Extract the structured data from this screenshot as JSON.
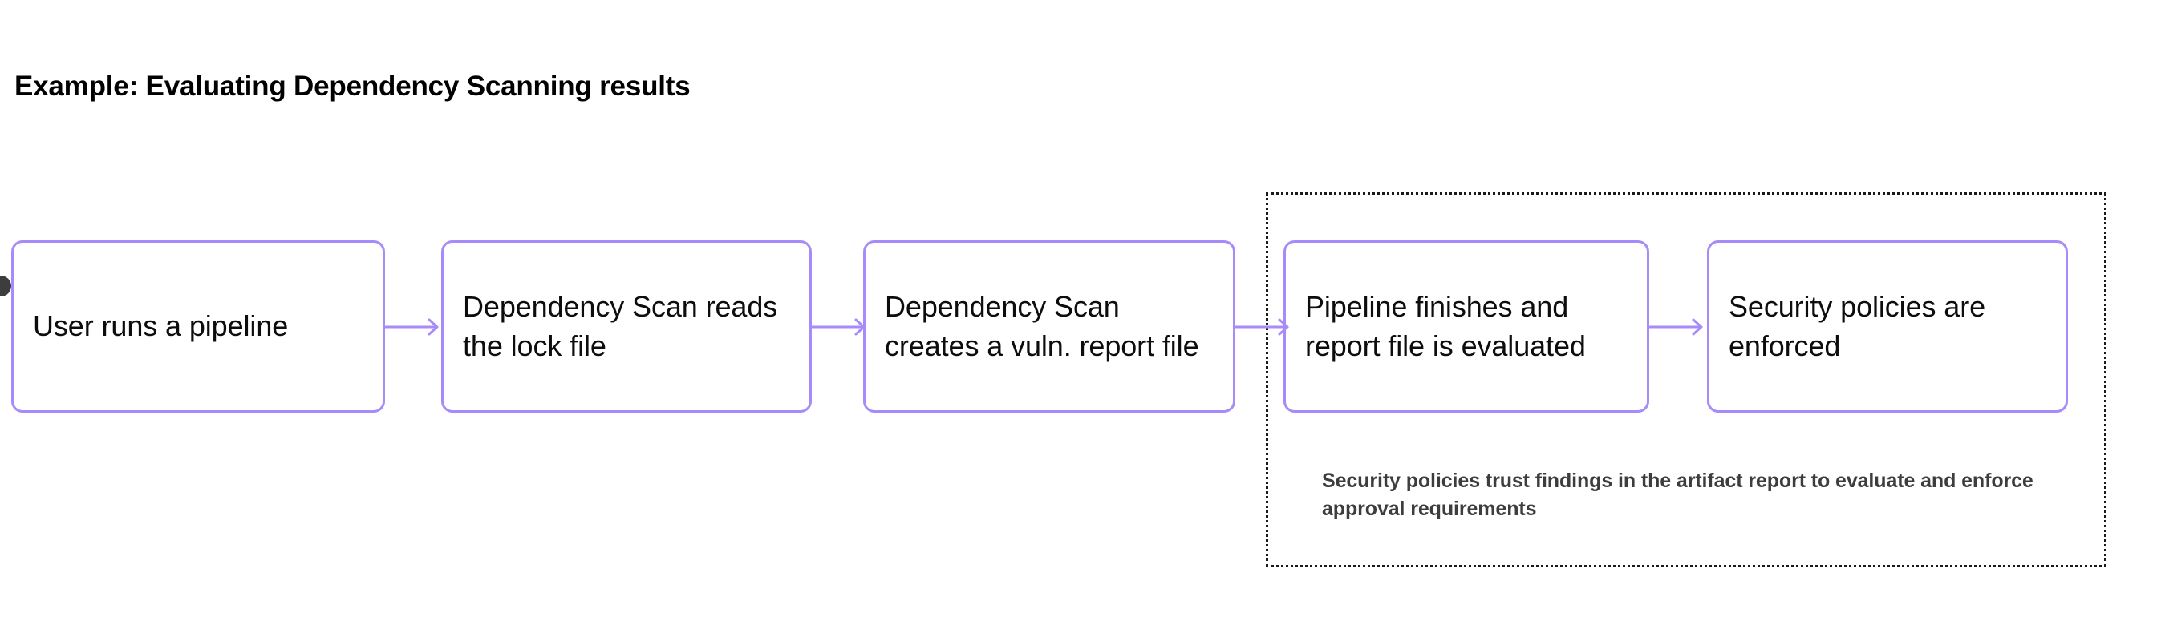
{
  "title": "Example: Evaluating Dependency Scanning results",
  "colors": {
    "box_border": "#a78bfa",
    "arrow": "#a78bfa",
    "group_border": "#1a1a1a",
    "title_text": "#000000",
    "box_text": "#0d0d0d",
    "caption_text": "#3d3d3d",
    "start_dot": "#3d3d3d",
    "background": "#ffffff"
  },
  "diagram": {
    "type": "flowchart",
    "orientation": "left-to-right",
    "start_node": "start-dot",
    "steps": [
      {
        "id": "box-1",
        "label": "User runs a pipeline"
      },
      {
        "id": "box-2",
        "label": "Dependency Scan reads the lock file"
      },
      {
        "id": "box-3",
        "label": "Dependency Scan creates a vuln. report file"
      },
      {
        "id": "box-4",
        "label": "Pipeline finishes and report file is evaluated"
      },
      {
        "id": "box-5",
        "label": "Security policies are enforced"
      }
    ],
    "connectors": [
      {
        "id": "arrow-1",
        "from": "box-1",
        "to": "box-2",
        "glyph": "arrow-right"
      },
      {
        "id": "arrow-2",
        "from": "box-2",
        "to": "box-3",
        "glyph": "arrow-right"
      },
      {
        "id": "arrow-3",
        "from": "box-3",
        "to": "box-4",
        "glyph": "arrow-right"
      },
      {
        "id": "arrow-4",
        "from": "box-4",
        "to": "box-5",
        "glyph": "arrow-right"
      }
    ],
    "group": {
      "id": "dotted-group",
      "border_style": "dotted",
      "members": [
        "box-4",
        "box-5"
      ],
      "caption": "Security policies trust findings in the artifact report to evaluate and enforce approval requirements"
    }
  }
}
